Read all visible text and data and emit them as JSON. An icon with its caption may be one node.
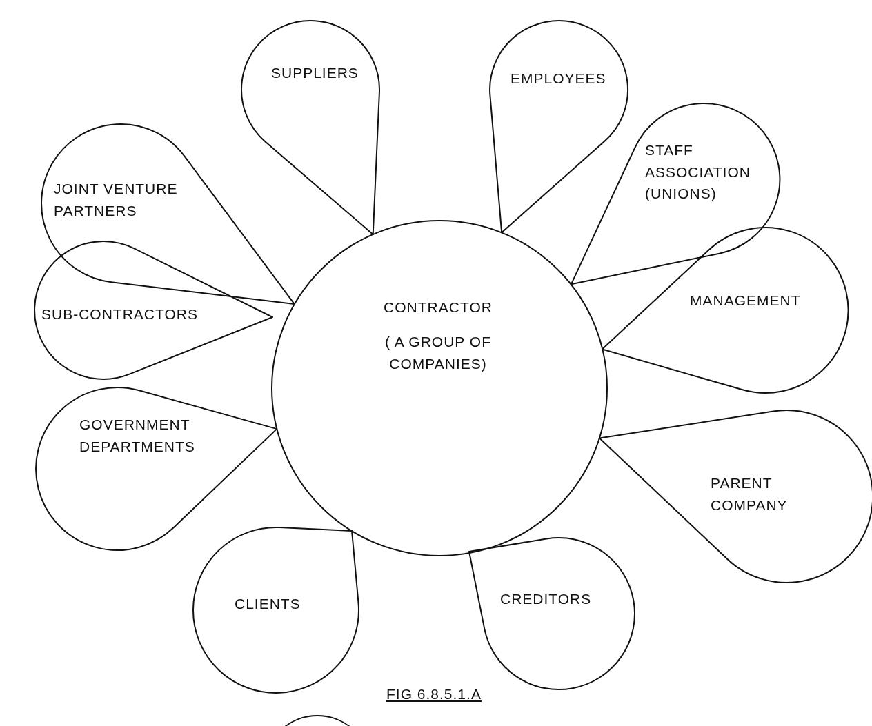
{
  "diagram": {
    "caption": "FIG 6.8.5.1.A",
    "nodes": [
      {
        "text": [
          "SUPPLIERS"
        ]
      },
      {
        "text": [
          "EMPLOYEES"
        ]
      },
      {
        "text": [
          "JOINT VENTURE PARTNERS"
        ]
      },
      {
        "text": [
          "STAFF ASSOCIATION (UNIONS)"
        ]
      },
      {
        "text": [
          "SUB-CONTRACTORS"
        ]
      },
      {
        "text": [
          "CONTRACTOR",
          "( A GROUP OF COMPANIES)"
        ]
      },
      {
        "text": [
          "MANAGEMENT"
        ]
      },
      {
        "text": [
          "GOVERNMENT DEPARTMENTS"
        ]
      },
      {
        "text": [
          "PARENT COMPANY"
        ]
      },
      {
        "text": [
          "CLIENTS"
        ]
      },
      {
        "text": [
          "CREDITORS"
        ]
      },
      {
        "text": [],
        "shape": "circle"
      }
    ]
  }
}
